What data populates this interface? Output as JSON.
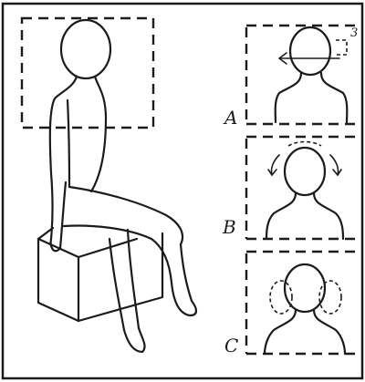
{
  "figure": {
    "panels": [
      {
        "id": "A",
        "label": "A",
        "mark": "3"
      },
      {
        "id": "B",
        "label": "B"
      },
      {
        "id": "C",
        "label": "C"
      }
    ],
    "colors": {
      "ink": "#1b1b1b",
      "paper": "#ffffff"
    }
  }
}
